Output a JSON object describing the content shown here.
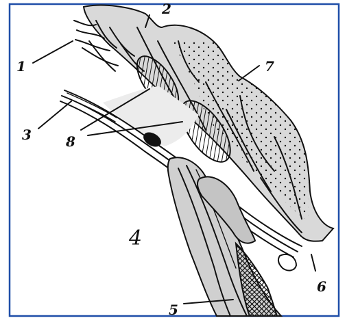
{
  "figure": {
    "frame_color": "#1f4ea8",
    "tissue_color": "#dadada",
    "labels": {
      "l1": "1",
      "l2": "2",
      "l3": "3",
      "l4": "4",
      "l5": "5",
      "l6": "6",
      "l7": "7",
      "l8": "8"
    }
  }
}
